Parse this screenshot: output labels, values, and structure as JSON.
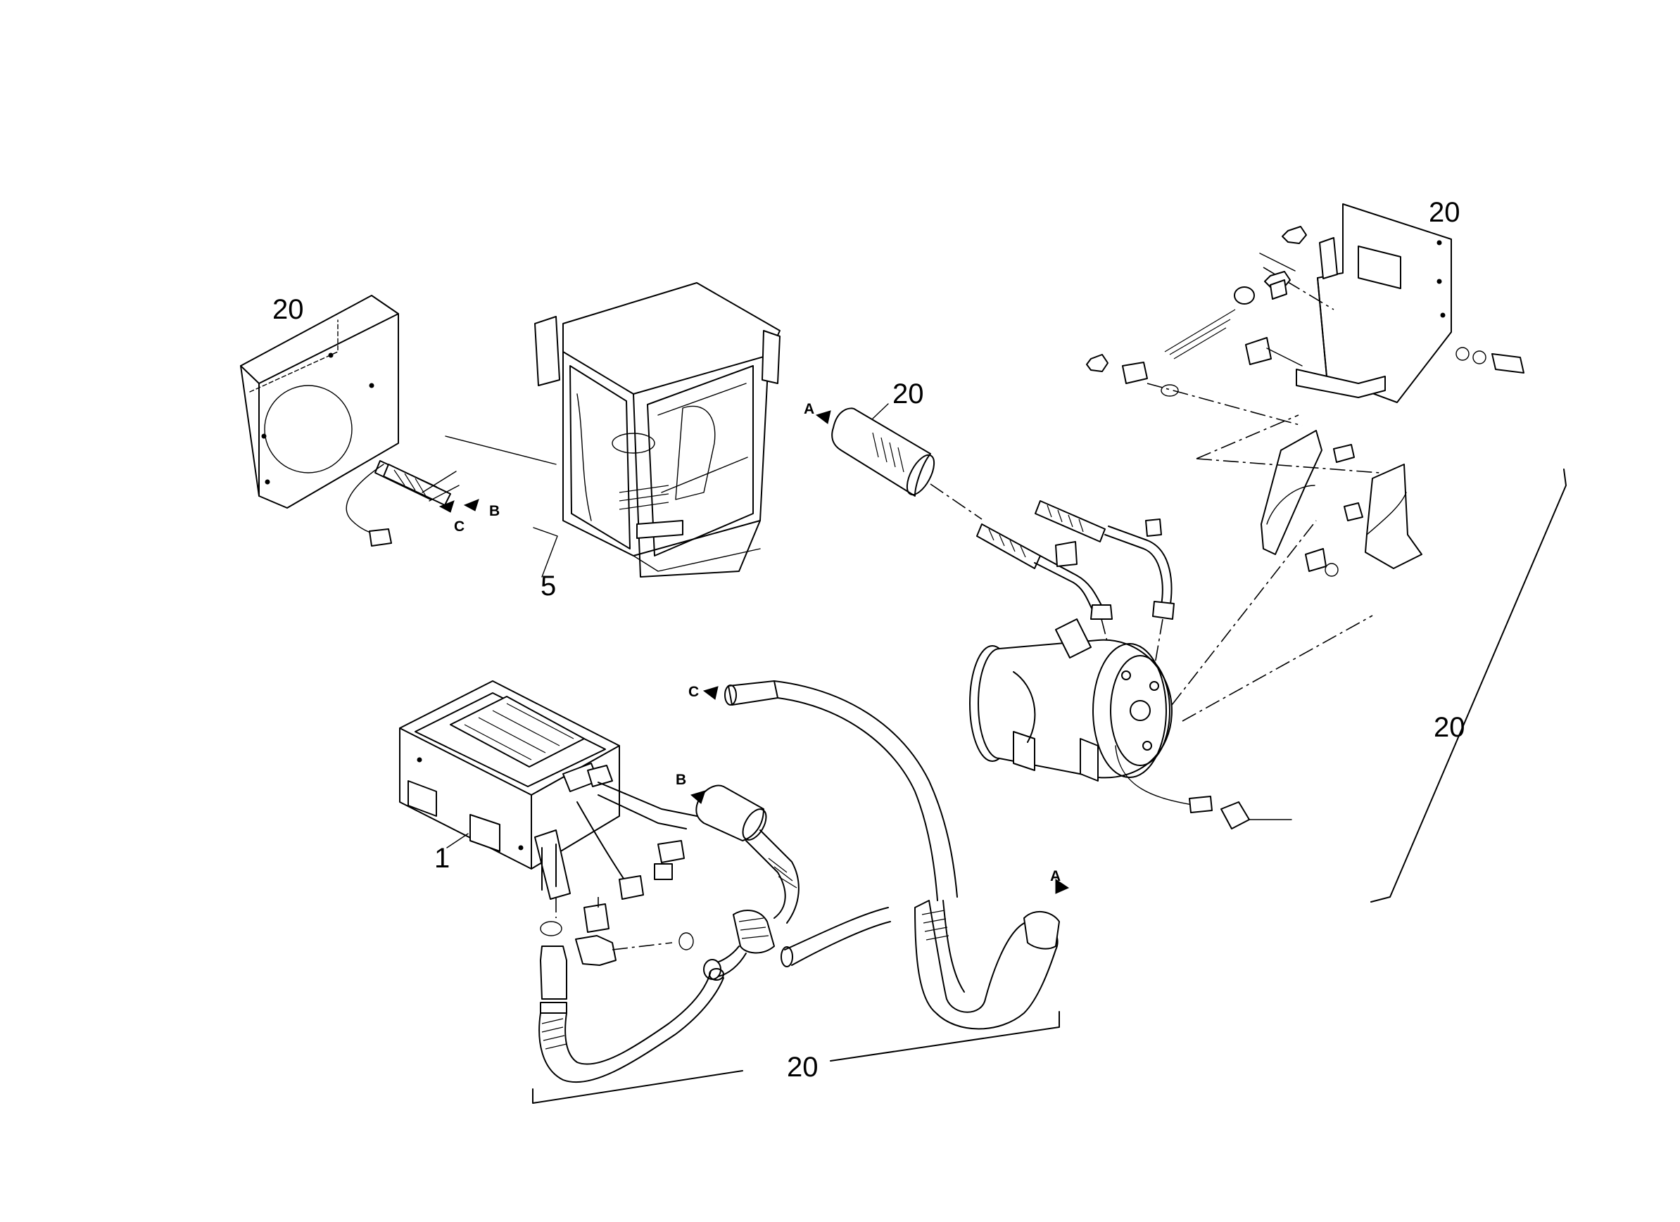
{
  "callouts": {
    "c_heater_unit": "20",
    "c_cab": "5",
    "c_hose_a": "20",
    "c_bracket": "20",
    "c_compressor_group": "20",
    "c_evaporator": "1",
    "c_bottom_group": "20"
  },
  "connection_markers": {
    "m_heater_c": "C",
    "m_heater_b": "B",
    "m_hose_a_top": "A",
    "m_hose_c": "C",
    "m_hose_b": "B",
    "m_hose_a_bottom": "A"
  }
}
